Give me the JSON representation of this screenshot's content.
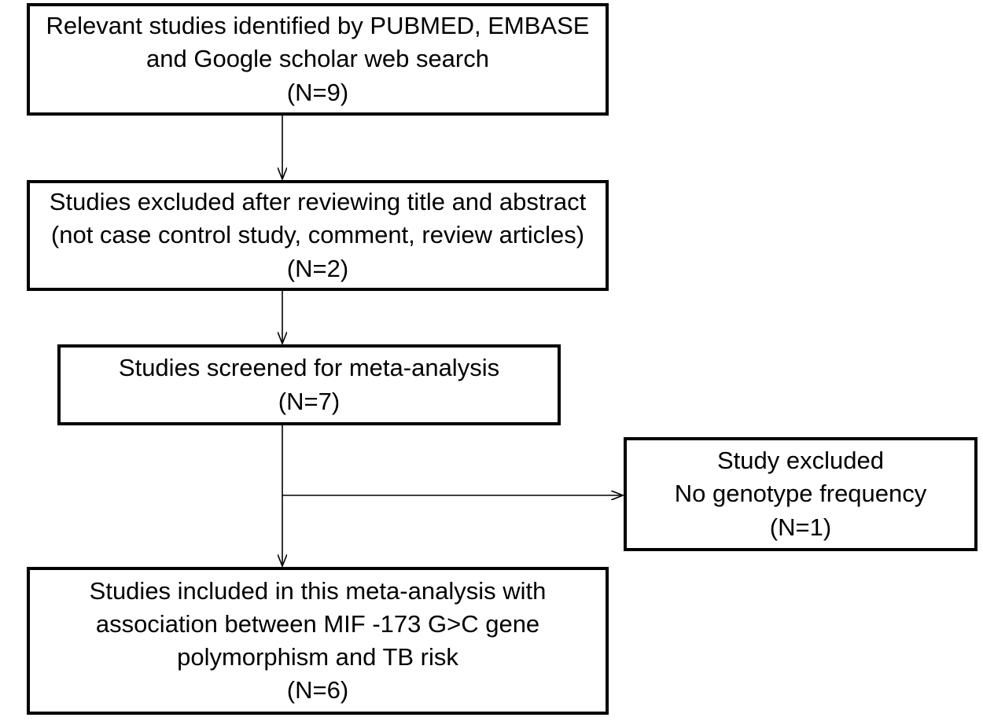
{
  "flowchart": {
    "identified": {
      "lines": [
        "Relevant studies identified by PUBMED, EMBASE",
        "and Google scholar web search"
      ],
      "count": "(N=9)"
    },
    "excluded_title_abstract": {
      "lines": [
        "Studies excluded after reviewing title and abstract",
        "(not case control study, comment, review articles)"
      ],
      "count": "(N=2)"
    },
    "screened": {
      "lines": [
        "Studies screened for meta-analysis"
      ],
      "count": "(N=7)"
    },
    "excluded_no_genotype": {
      "lines": [
        "Study excluded",
        "No genotype frequency"
      ],
      "count": "(N=1)"
    },
    "included": {
      "lines": [
        "Studies included in this meta-analysis  with",
        "association between MIF -173 G>C  gene",
        "polymorphism and TB risk"
      ],
      "count": "(N=6)"
    }
  },
  "colors": {
    "border": "#000000",
    "background": "#ffffff",
    "text": "#000000"
  }
}
